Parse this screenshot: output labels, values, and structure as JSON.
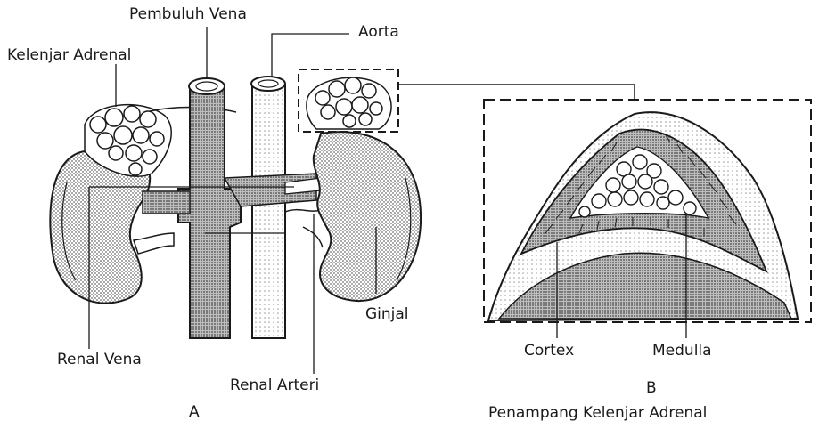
{
  "figure_a": {
    "caption": "A",
    "labels": {
      "pembuluh_vena": "Pembuluh Vena",
      "aorta": "Aorta",
      "kelenjar_adrenal": "Kelenjar Adrenal",
      "renal_vena": "Renal Vena",
      "renal_arteri": "Renal Arteri",
      "ginjal": "Ginjal"
    }
  },
  "figure_b": {
    "caption": "B",
    "title": "Penampang Kelenjar Adrenal",
    "labels": {
      "cortex": "Cortex",
      "medulla": "Medulla"
    }
  },
  "colors": {
    "ink": "#1a1a1a",
    "stipple": "#8a8a8a",
    "stipple_light": "#c4c4c4",
    "paper": "#ffffff"
  }
}
